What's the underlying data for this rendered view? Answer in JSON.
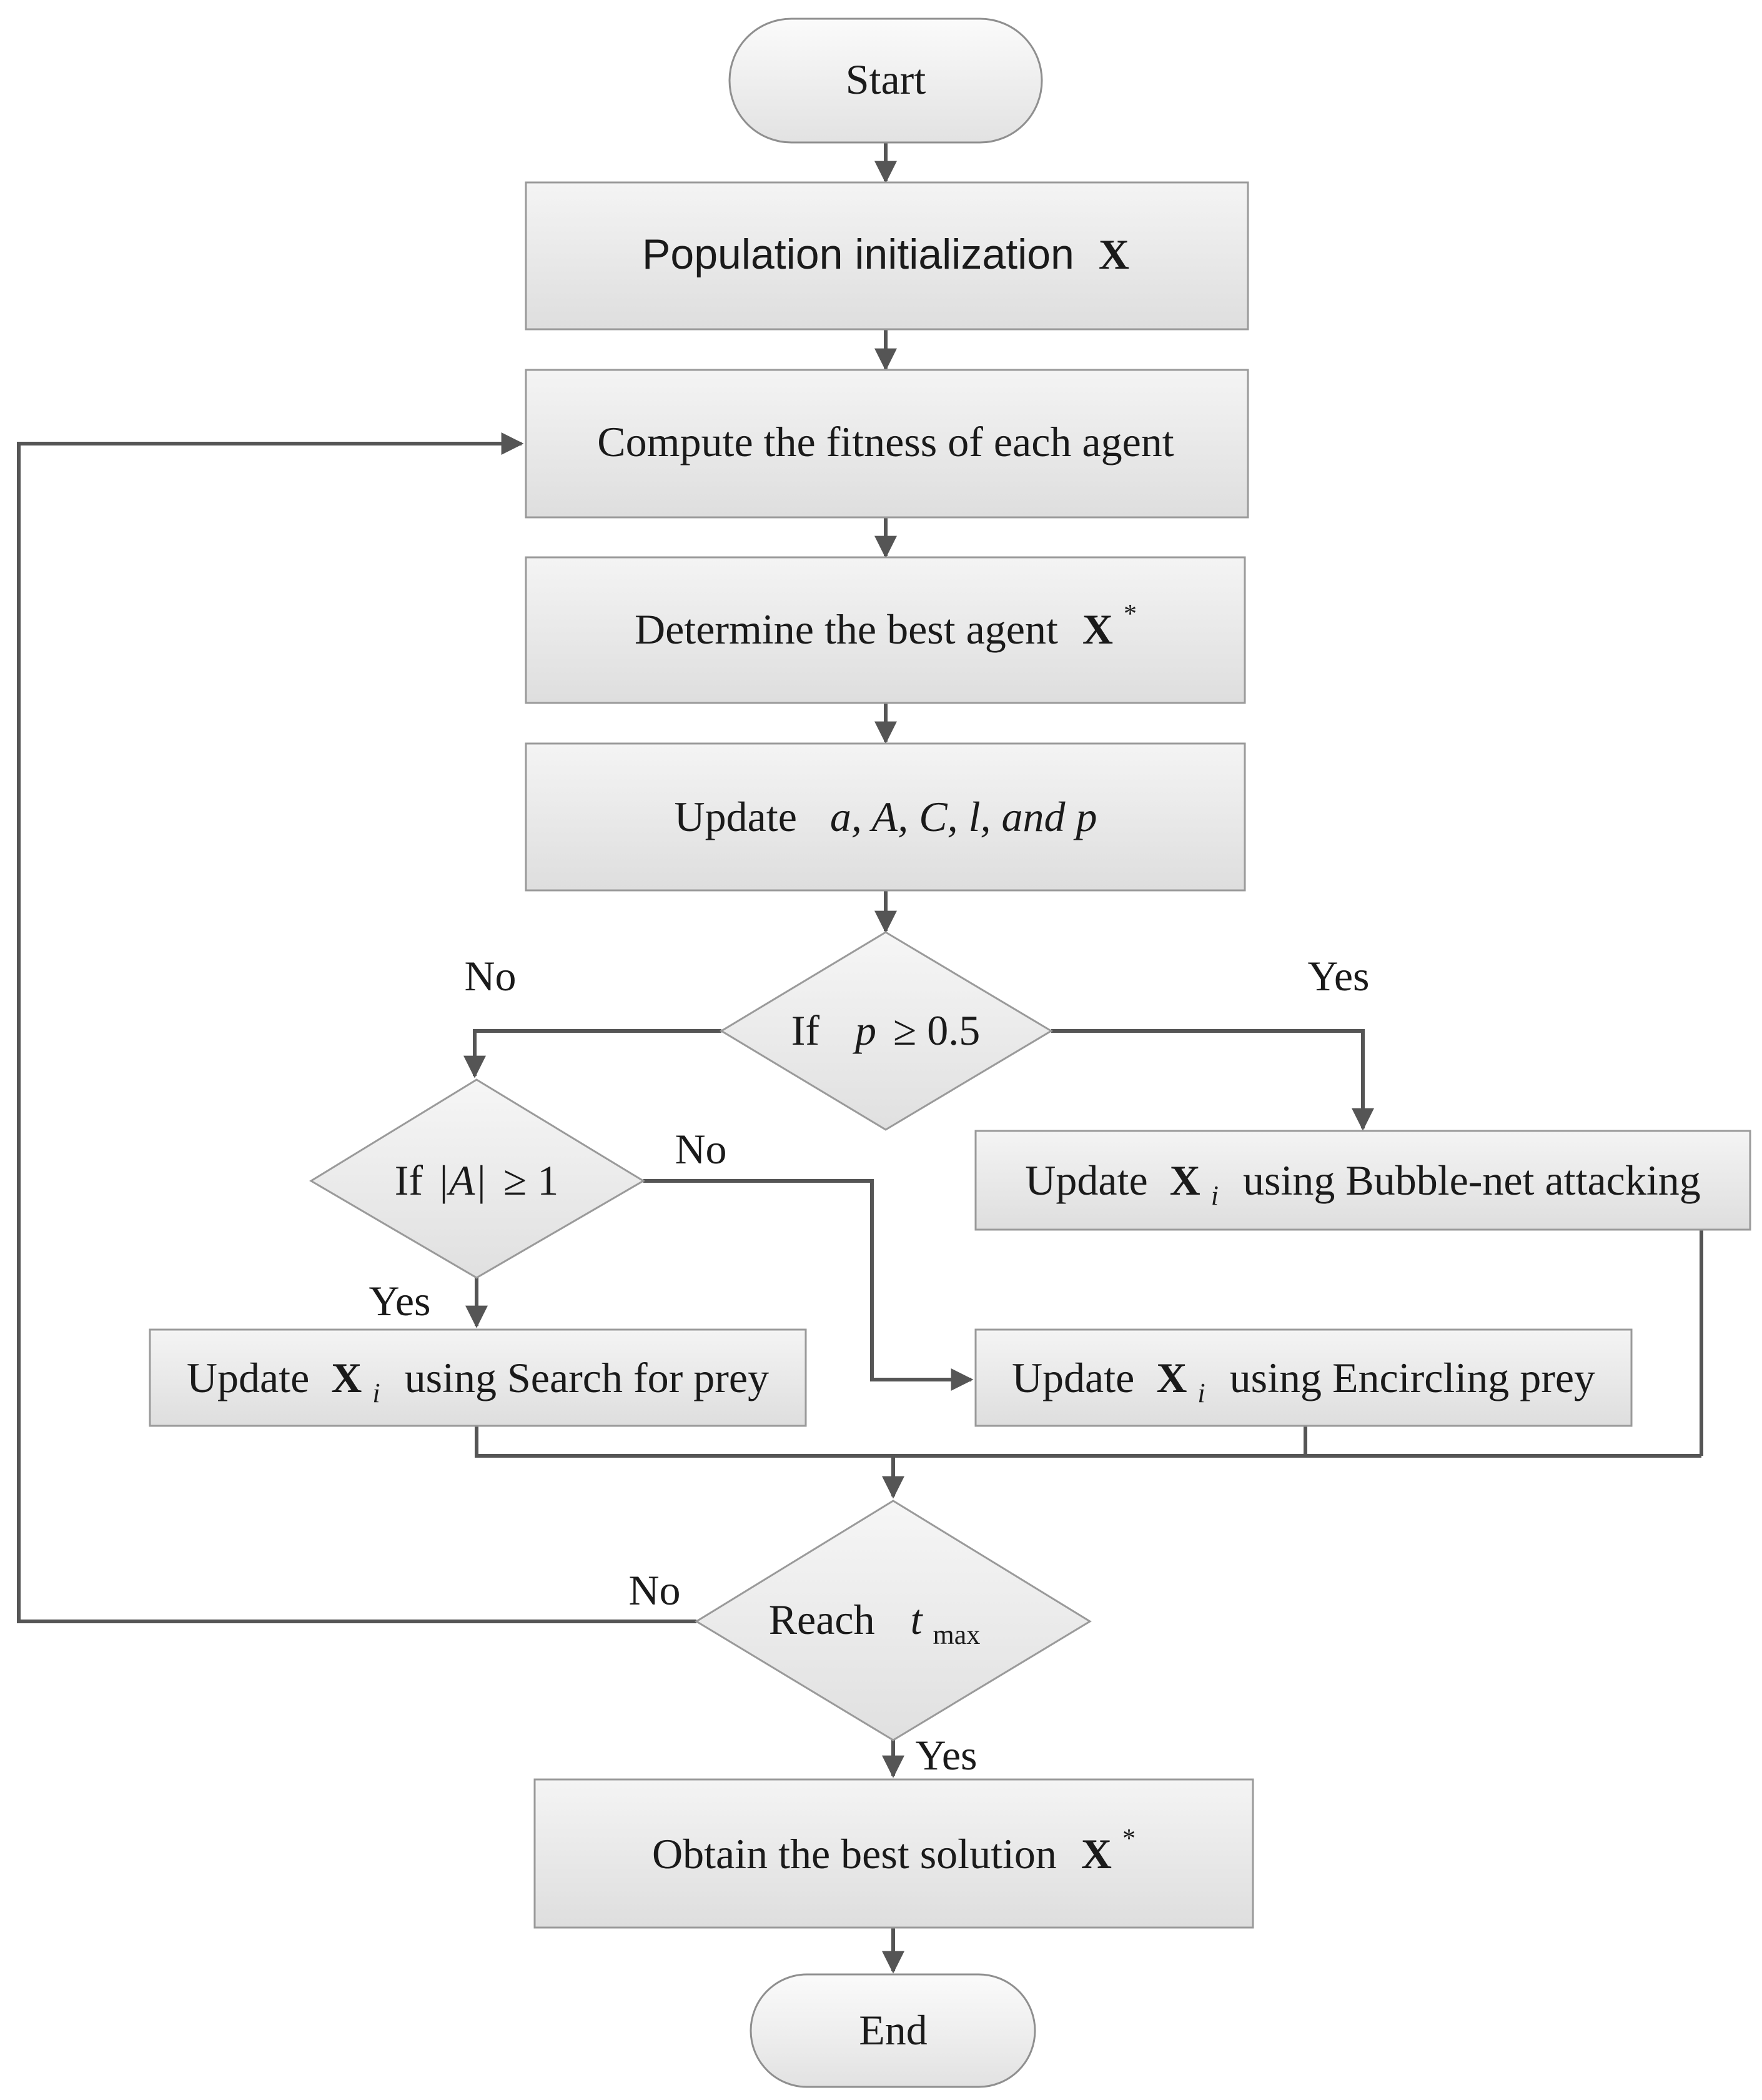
{
  "nodes": {
    "start": {
      "label": "Start"
    },
    "init": {
      "label": "Population initialization",
      "symbol": "X"
    },
    "fitness": {
      "label": "Compute the fitness of each agent"
    },
    "best": {
      "label": "Determine the best agent",
      "symbol": "X",
      "sup": "*"
    },
    "update_params": {
      "prefix": "Update",
      "params": "a, A, C, l, and p"
    },
    "decision_p": {
      "prefix": "If",
      "var": "p",
      "cond": "≥ 0.5"
    },
    "decision_a": {
      "prefix": "If",
      "expr": "|A|",
      "cond": "≥ 1"
    },
    "bubble": {
      "prefix": "Update",
      "symbol": "X",
      "sub": "i",
      "suffix": "using Bubble-net attacking"
    },
    "search": {
      "prefix": "Update",
      "symbol": "X",
      "sub": "i",
      "suffix": "using Search for prey"
    },
    "encircle": {
      "prefix": "Update",
      "symbol": "X",
      "sub": "i",
      "suffix": "using Encircling prey"
    },
    "reach": {
      "prefix": "Reach",
      "var": "t",
      "sub": "max"
    },
    "obtain": {
      "label": "Obtain the best solution",
      "symbol": "X",
      "sup": "*"
    },
    "end": {
      "label": "End"
    }
  },
  "edge_labels": {
    "p_no": "No",
    "p_yes": "Yes",
    "a_no": "No",
    "a_yes": "Yes",
    "reach_no": "No",
    "reach_yes": "Yes"
  }
}
